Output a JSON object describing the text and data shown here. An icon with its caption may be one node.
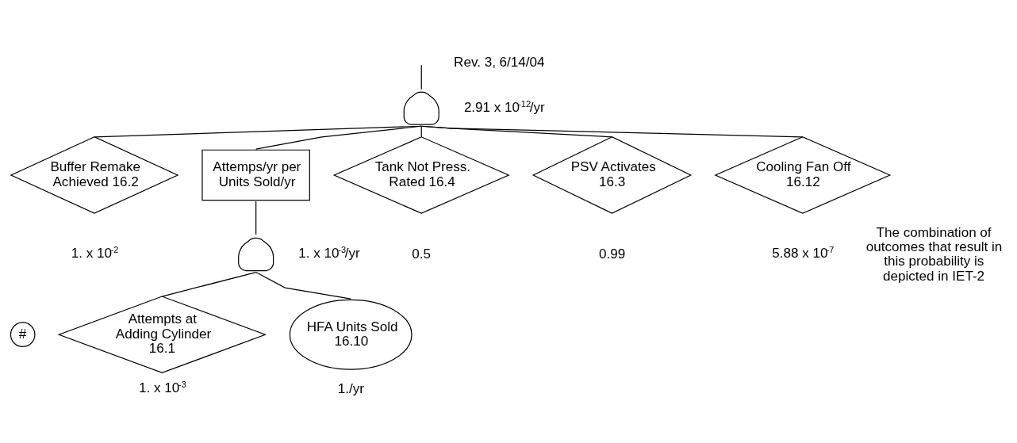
{
  "diagram": {
    "nodes": [
      {
        "text": [],
        "shape": "gate",
        "beside": [
          "2.91 x 10$^{-12}$/yr"
        ]
      },
      {
        "text": [
          "Buffer Remake Achieved 16.2"
        ],
        "beside": [
          "1. x 10$^{-2}$"
        ]
      },
      {
        "text": [
          "Attemps/yr per Units Sold/yr"
        ]
      },
      {
        "text": [],
        "shape": "gate",
        "beside": [
          "1. x 10$^{-3}$/yr"
        ]
      },
      {
        "text": [
          "#"
        ]
      },
      {
        "text": [
          "Attempts at Adding Cylinder 16.1"
        ],
        "beside": [
          "1. x 10$^{-3}$"
        ]
      },
      {
        "text": [
          "HFA Units Sold 16.10"
        ],
        "beside": [
          "1./yr"
        ]
      },
      {
        "text": [
          "Tank Not Press. Rated 16.4"
        ],
        "beside": [
          "0.5"
        ]
      },
      {
        "text": [
          "PSV Activates 16.3"
        ],
        "beside": [
          "0.99"
        ]
      },
      {
        "text": [
          "Cooling Fan Off 16.12"
        ],
        "beside": [
          "5.88 x 10$^{-7}$"
        ]
      }
    ],
    "edges": [
      {
        "from": null,
        "to": 0,
        "arrow": "none"
      },
      {
        "from": 0,
        "to": 1,
        "arrow": "none"
      },
      {
        "from": 0,
        "to": 2,
        "arrow": "none"
      },
      {
        "from": 0,
        "to": 7,
        "arrow": "none"
      },
      {
        "from": 0,
        "to": 8,
        "arrow": "none"
      },
      {
        "from": 0,
        "to": 9,
        "arrow": "none"
      },
      {
        "from": 2,
        "to": 3,
        "arrow": "none"
      },
      {
        "from": 3,
        "to": 5,
        "arrow": "none"
      },
      {
        "from": 3,
        "to": 6,
        "arrow": "none"
      }
    ],
    "labels": [
      "Rev. 3, 6/14/04",
      "The combination of outcomes that result in this probability is depicted in IET-2"
    ]
  }
}
